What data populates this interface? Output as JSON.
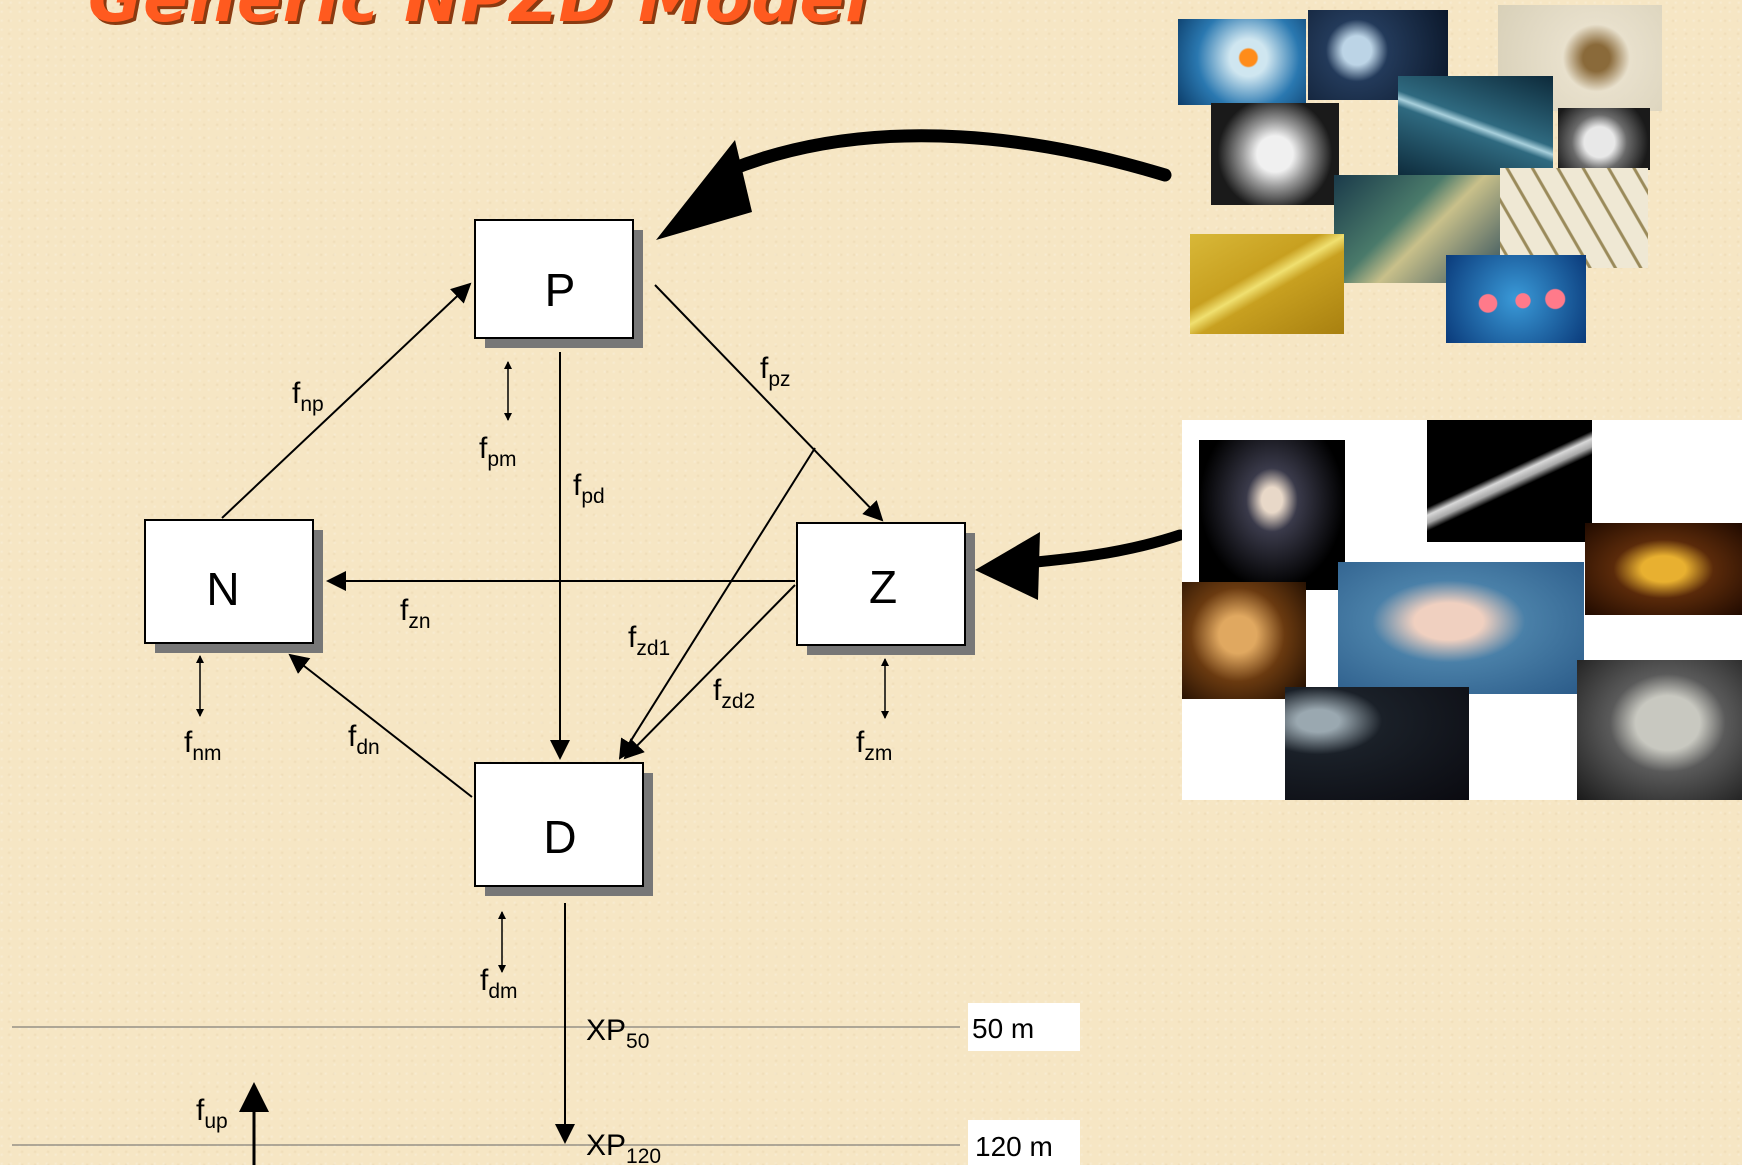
{
  "title": "Generic NPZD Model",
  "boxes": {
    "P": "P",
    "N": "N",
    "Z": "Z",
    "D": "D"
  },
  "fluxes": {
    "np": {
      "base": "f",
      "sub": "np"
    },
    "pm": {
      "base": "f",
      "sub": "pm"
    },
    "pd": {
      "base": "f",
      "sub": "pd"
    },
    "pz": {
      "base": "f",
      "sub": "pz"
    },
    "zn": {
      "base": "f",
      "sub": "zn"
    },
    "zd1": {
      "base": "f",
      "sub": "zd1"
    },
    "zd2": {
      "base": "f",
      "sub": "zd2"
    },
    "nm": {
      "base": "f",
      "sub": "nm"
    },
    "dn": {
      "base": "f",
      "sub": "dn"
    },
    "zm": {
      "base": "f",
      "sub": "zm"
    },
    "dm": {
      "base": "f",
      "sub": "dm"
    },
    "up": {
      "base": "f",
      "sub": "up"
    }
  },
  "export": {
    "xp50": {
      "base": "XP",
      "sub": "50"
    },
    "xp120": {
      "base": "XP",
      "sub": "120"
    }
  },
  "depths": {
    "d50": "50 m",
    "d120": "120 m"
  },
  "colors": {
    "title": "#ff5a1f",
    "background": "#f6e6c4"
  },
  "images": {
    "phytoplankton": "phytoplankton photo collage",
    "zooplankton": "zooplankton photo collage"
  }
}
